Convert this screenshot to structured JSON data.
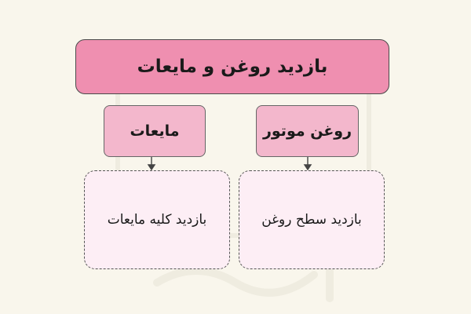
{
  "diagram": {
    "title": "بازدید روغن و مایعات",
    "categories": [
      {
        "label": "روغن موتور",
        "detail": "بازدید سطح روغن"
      },
      {
        "label": "مایعات",
        "detail": "بازدید کلیه مایعات"
      }
    ]
  },
  "colors": {
    "background": "#f9f6ec",
    "title_fill": "#ef8fb0",
    "category_fill": "#f3b7cc",
    "detail_fill": "#fdeef5"
  }
}
